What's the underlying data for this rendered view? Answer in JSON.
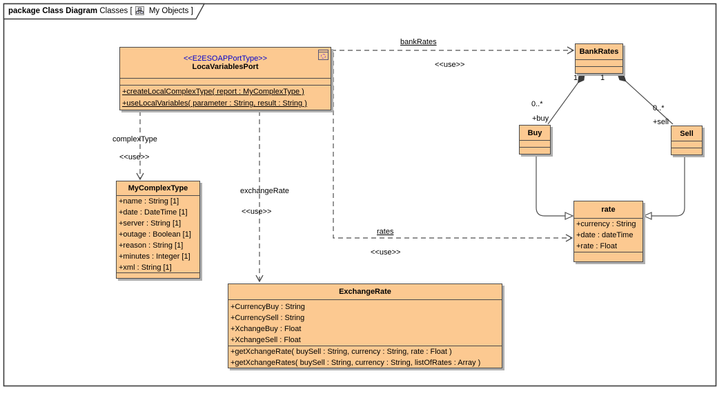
{
  "header": {
    "keyword": "package",
    "diagram_type": "Class Diagram",
    "context": "Classes [",
    "diagram_name": "My Objects",
    "bracket": "]"
  },
  "colors": {
    "class_fill": "#FCC991",
    "class_border": "#4a4a4a",
    "stereotype_text": "#0000CD",
    "connector": "#4f4f4f",
    "shadow": "#aeaeae"
  },
  "classes": {
    "locaVariablesPort": {
      "stereotype": "<<E2ESOAPPortType>>",
      "name": "LocaVariablesPort",
      "operations": [
        "+createLocalComplexType( report : MyComplexType )",
        "+useLocalVariables( parameter : String, result : String )"
      ]
    },
    "myComplexType": {
      "name": "MyComplexType",
      "attributes": [
        "+name : String [1]",
        "+date : DateTime [1]",
        "+server : String [1]",
        "+outage : Boolean [1]",
        "+reason : String [1]",
        "+minutes : Integer [1]",
        "+xml : String [1]"
      ]
    },
    "exchangeRate": {
      "name": "ExchangeRate",
      "attributes": [
        "+CurrencyBuy : String",
        "+CurrencySell : String",
        "+XchangeBuy : Float",
        "+XchangeSell : Float"
      ],
      "operations": [
        "+getXchangeRate( buySell : String, currency : String, rate : Float )",
        "+getXchangeRates( buySell : String, currency : String, listOfRates : Array )"
      ]
    },
    "bankRates": {
      "name": "BankRates"
    },
    "buy": {
      "name": "Buy"
    },
    "sell": {
      "name": "Sell"
    },
    "rate": {
      "name": "rate",
      "attributes": [
        "+currency : String",
        "+date : dateTime",
        "+rate : Float"
      ]
    }
  },
  "relations": {
    "bankRates": {
      "name": "bankRates",
      "stereotype": "<<use>>"
    },
    "complexType": {
      "name": "complexType",
      "stereotype": "<<use>>"
    },
    "exchangeRate": {
      "name": "exchangeRate",
      "stereotype": "<<use>>"
    },
    "rates": {
      "name": "rates",
      "stereotype": "<<use>>"
    },
    "buyAssoc": {
      "parent_multiplicity": "1",
      "child_multiplicity": "0..*",
      "role": "+buy"
    },
    "sellAssoc": {
      "parent_multiplicity": "1",
      "child_multiplicity": "0..*",
      "role": "+sell"
    }
  }
}
